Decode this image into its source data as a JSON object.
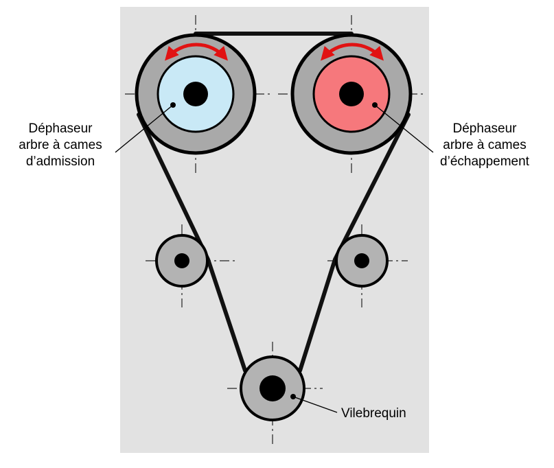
{
  "diagram": {
    "title": "timing-belt-cam-phaser-diagram",
    "labels": {
      "intake_phaser_line1": "Déphaseur",
      "intake_phaser_line2": "arbre à cames",
      "intake_phaser_line3": "d’admission",
      "exhaust_phaser_line1": "Déphaseur",
      "exhaust_phaser_line2": "arbre à cames",
      "exhaust_phaser_line3": "d’échappement",
      "crankshaft": "Vilebrequin"
    },
    "colors": {
      "background_gray": "#e2e2e2",
      "pulley_gray": "#a9a9a9",
      "idler_gray": "#b3b3b3",
      "intake_fill": "#c9e9f6",
      "exhaust_fill": "#f6787c",
      "hub_black": "#000000",
      "belt_black": "#111111",
      "arrow_red": "#e11212"
    }
  }
}
